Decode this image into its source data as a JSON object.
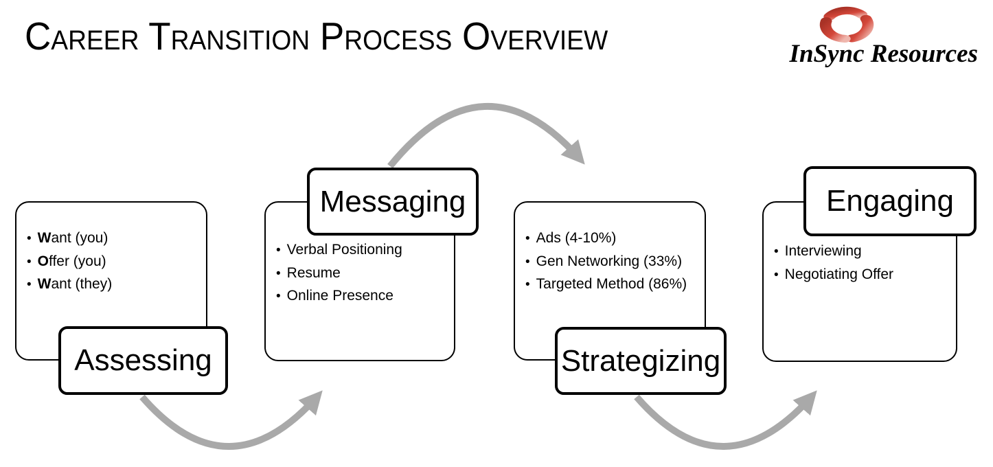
{
  "title": "Career Transition Process Overview",
  "logo": {
    "name": "InSync Resources",
    "swirl_icon": "three-red-swirl"
  },
  "bullet_char": "•",
  "stages": [
    {
      "label": "Assessing",
      "label_position": "bottom",
      "items": [
        {
          "bold": "W",
          "text": "ant (you)"
        },
        {
          "bold": "O",
          "text": "ffer (you)"
        },
        {
          "bold": "W",
          "text": "ant (they)"
        }
      ]
    },
    {
      "label": "Messaging",
      "label_position": "top",
      "items": [
        {
          "bold": "",
          "text": "Verbal Positioning"
        },
        {
          "bold": "",
          "text": "Resume"
        },
        {
          "bold": "",
          "text": "Online Presence"
        }
      ]
    },
    {
      "label": "Strategizing",
      "label_position": "bottom",
      "items": [
        {
          "bold": "",
          "text": "Ads (4-10%)"
        },
        {
          "bold": "",
          "text": "Gen Networking (33%)"
        },
        {
          "bold": "",
          "text": "Targeted Method (86%)"
        }
      ]
    },
    {
      "label": "Engaging",
      "label_position": "top",
      "items": [
        {
          "bold": "",
          "text": "Interviewing"
        },
        {
          "bold": "",
          "text": "Negotiating Offer"
        }
      ]
    }
  ],
  "colors": {
    "arrow": "#A9A9A9",
    "box_border": "#000000",
    "logo_red_dark": "#A93226",
    "logo_red_mid": "#D4473A",
    "logo_red_light": "#EFB6AD"
  }
}
